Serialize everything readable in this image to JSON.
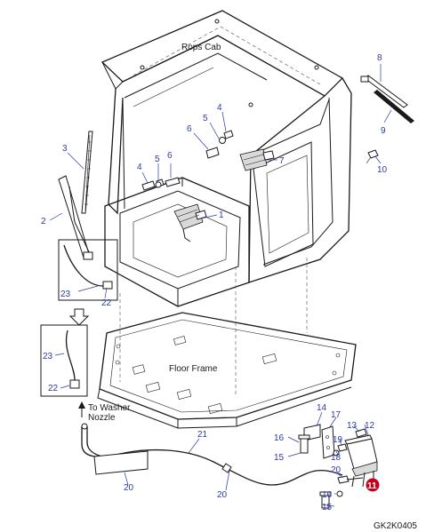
{
  "labels": {
    "rops_cab": "Rops Cab",
    "floor_frame": "Floor Frame",
    "to_washer_line1": "To Washer",
    "to_washer_line2": "Nozzle",
    "drawing_code": "GK2K0405"
  },
  "callouts": {
    "c1": "1",
    "c2": "2",
    "c3": "3",
    "c4a": "4",
    "c4b": "4",
    "c5a": "5",
    "c5b": "5",
    "c6a": "6",
    "c6b": "6",
    "c7": "7",
    "c8": "8",
    "c9": "9",
    "c10": "10",
    "c11": "11",
    "c12": "12",
    "c13": "13",
    "c14": "14",
    "c15a": "15",
    "c15b": "15",
    "c16a": "16",
    "c16b": "16",
    "c17": "17",
    "c18": "18",
    "c19": "19",
    "c20a": "20",
    "c20b": "20",
    "c20c": "20",
    "c21": "21",
    "c22a": "22",
    "c22b": "22",
    "c23a": "23",
    "c23b": "23"
  },
  "colors": {
    "callout_text": "#2b3aa8",
    "highlight_badge": "#c4001a",
    "line": "#1a1a1a"
  }
}
